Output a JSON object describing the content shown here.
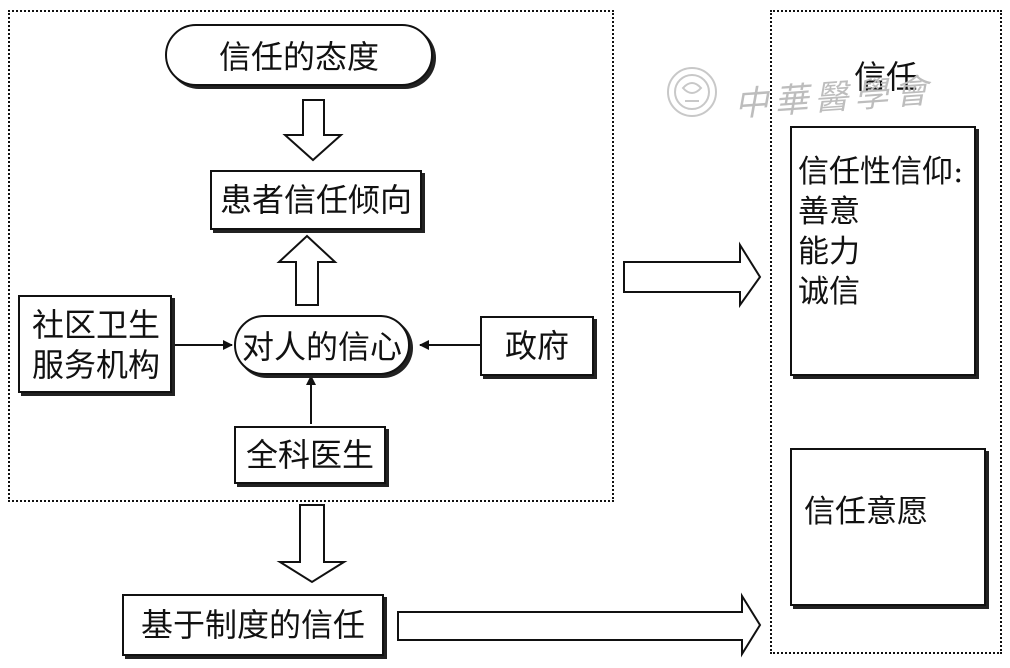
{
  "diagram": {
    "left_panel": {
      "attitude": "信任的态度",
      "tendency": "患者信任倾向",
      "confidence": "对人的信心",
      "community_lines": [
        "社区卫生",
        "服务机构"
      ],
      "government": "政府",
      "general_practitioner": "全科医生"
    },
    "institutional_trust": "基于制度的信任",
    "right_panel": {
      "title": "信任",
      "beliefs_lines": [
        "信任性信仰:",
        "善意",
        "能力",
        "诚信"
      ],
      "intention": "信任意愿"
    }
  },
  "watermark": {
    "text": "中華醫學會",
    "icon": "seal-emblem-icon"
  },
  "colors": {
    "line": "#111111",
    "watermark": "#bdbdbd"
  }
}
